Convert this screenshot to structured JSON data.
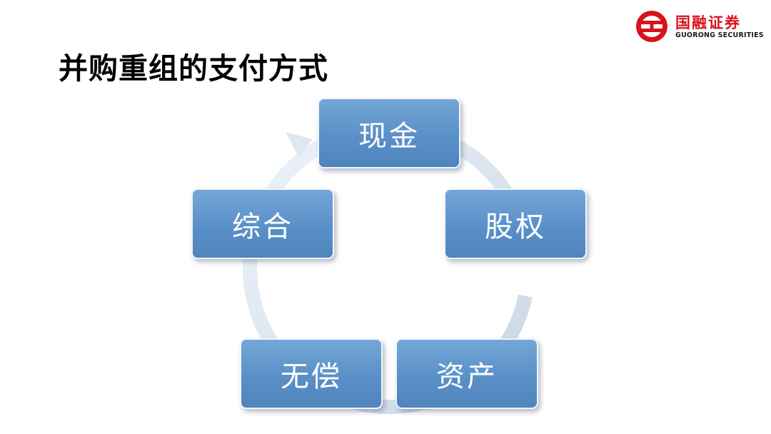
{
  "logo": {
    "name_cn": "国融证券",
    "name_en": "GUORONG SECURITIES",
    "brand_color": "#d9121b"
  },
  "slide": {
    "title": "并购重组的支付方式"
  },
  "cycle": {
    "nodes": [
      {
        "label": "现金"
      },
      {
        "label": "股权"
      },
      {
        "label": "资产"
      },
      {
        "label": "无偿"
      },
      {
        "label": "综合"
      }
    ],
    "node_color": "#5b93cc",
    "ring_color": "#d3deec"
  }
}
